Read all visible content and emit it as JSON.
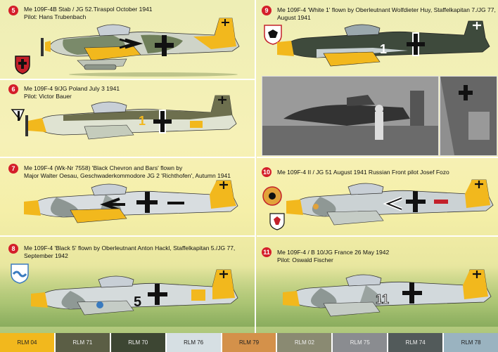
{
  "profiles": [
    {
      "number": "5",
      "caption": [
        "Me 109F-4B Stab / JG 52.Tiraspol October 1941",
        "Pilot: Hans Trubenbach"
      ]
    },
    {
      "number": "6",
      "caption": [
        "Me 109F-4 9/JG Poland July 3 1941",
        "Pilot: Victor Bauer"
      ],
      "tail_code": "1"
    },
    {
      "number": "7",
      "caption": [
        "Me 109F-4 (Wk-Nr 7558) 'Black Chevron and Bars' flown by",
        "Major Walter Oesau, Geschwaderkommodore JG 2 'Richthofen', Autumn 1941"
      ]
    },
    {
      "number": "8",
      "caption": [
        "Me 109F-4 'Black 5' flown by Oberleutnant Anton Hackl, Staffelkapitan 5./JG 77,",
        "September 1942"
      ],
      "tail_code": "5"
    },
    {
      "number": "9",
      "caption": [
        "Me 109F-4 'White 1' flown by Oberleutnant Wolfdieter Huy, Staffelkapitan 7./JG 77,",
        "August 1941"
      ],
      "tail_code": "1"
    },
    {
      "number": "10",
      "caption": [
        "Me 109F-4 II / JG 51 August 1941 Russian Front pilot Josef Fozo"
      ]
    },
    {
      "number": "11",
      "caption": [
        "Me 109F-4 / B 10/JG France 26 May 1942",
        "Pilot: Oswald Fischer"
      ],
      "tail_code": "11"
    }
  ],
  "swatches": [
    {
      "label": "RLM 04",
      "color": "#f2b81d",
      "text": "#222222"
    },
    {
      "label": "RLM 71",
      "color": "#5b5e45",
      "text": "#eeeeee"
    },
    {
      "label": "RLM 70",
      "color": "#3d4633",
      "text": "#eeeeee"
    },
    {
      "label": "RLM 76",
      "color": "#d6dfe3",
      "text": "#222222"
    },
    {
      "label": "RLM 79",
      "color": "#d4914a",
      "text": "#222222"
    },
    {
      "label": "RLM 02",
      "color": "#8a8a72",
      "text": "#eeeeee"
    },
    {
      "label": "RLM 75",
      "color": "#8a8c90",
      "text": "#eeeeee"
    },
    {
      "label": "RLM 74",
      "color": "#525a5a",
      "text": "#eeeeee"
    },
    {
      "label": "RLM 78",
      "color": "#9ab3c0",
      "text": "#222222"
    }
  ],
  "colors": {
    "number_badge": "#d41e2a",
    "divider": "#ffffff"
  }
}
